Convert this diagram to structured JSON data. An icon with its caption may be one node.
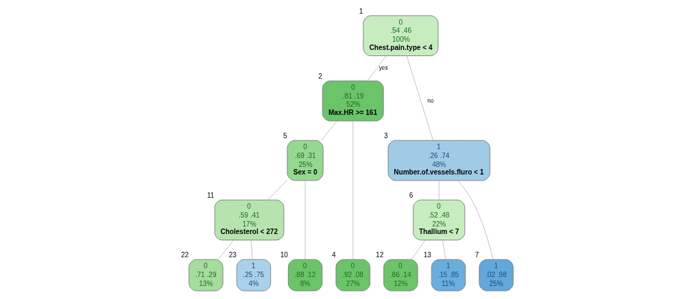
{
  "diagram": {
    "nodes": [
      {
        "text": [
          "0",
          ".54 .46",
          "100%",
          "Chest.pain.type < 4"
        ],
        "beside": [
          "1"
        ]
      },
      {
        "text": [
          "0",
          ".81 .19",
          "52%",
          "Max.HR >= 161"
        ],
        "beside": [
          "2"
        ]
      },
      {
        "text": [
          "1",
          ".26 .74",
          "48%",
          "Number.of.vessels.fluro < 1"
        ],
        "beside": [
          "3"
        ]
      },
      {
        "text": [
          "0",
          ".69 .31",
          "25%",
          "Sex = 0"
        ],
        "beside": [
          "5"
        ]
      },
      {
        "text": [
          "0",
          ".52 .48",
          "22%",
          "Thallium < 7"
        ],
        "beside": [
          "6"
        ]
      },
      {
        "text": [
          "0",
          ".59 .41",
          "17%",
          "Cholesterol < 272"
        ],
        "beside": [
          "11"
        ]
      },
      {
        "text": [
          "0",
          ".92 .08",
          "27%"
        ],
        "beside": [
          "4"
        ]
      },
      {
        "text": [
          "0",
          ".88 .12",
          "8%"
        ],
        "beside": [
          "10"
        ]
      },
      {
        "text": [
          "0",
          ".71 .29",
          "13%"
        ],
        "beside": [
          "22"
        ]
      },
      {
        "text": [
          "1",
          ".25 .75",
          "4%"
        ],
        "beside": [
          "23"
        ]
      },
      {
        "text": [
          "0",
          ".86 .14",
          "12%"
        ],
        "beside": [
          "12"
        ]
      },
      {
        "text": [
          "1",
          ".15 .85",
          "11%"
        ],
        "beside": [
          "13"
        ]
      },
      {
        "text": [
          "1",
          ".02 .98",
          "25%"
        ],
        "beside": [
          "7"
        ]
      }
    ],
    "edges": [
      {
        "from": 0,
        "to": 1,
        "arrow": "none",
        "label": "yes"
      },
      {
        "from": 0,
        "to": 2,
        "arrow": "none",
        "label": "no"
      },
      {
        "from": 1,
        "to": 6,
        "arrow": "none"
      },
      {
        "from": 1,
        "to": 3,
        "arrow": "none"
      },
      {
        "from": 3,
        "to": 7,
        "arrow": "none"
      },
      {
        "from": 3,
        "to": 5,
        "arrow": "none"
      },
      {
        "from": 5,
        "to": 8,
        "arrow": "none"
      },
      {
        "from": 5,
        "to": 9,
        "arrow": "none"
      },
      {
        "from": 2,
        "to": 4,
        "arrow": "none"
      },
      {
        "from": 2,
        "to": 12,
        "arrow": "none"
      },
      {
        "from": 4,
        "to": 10,
        "arrow": "none"
      },
      {
        "from": 4,
        "to": 11,
        "arrow": "none"
      }
    ]
  }
}
